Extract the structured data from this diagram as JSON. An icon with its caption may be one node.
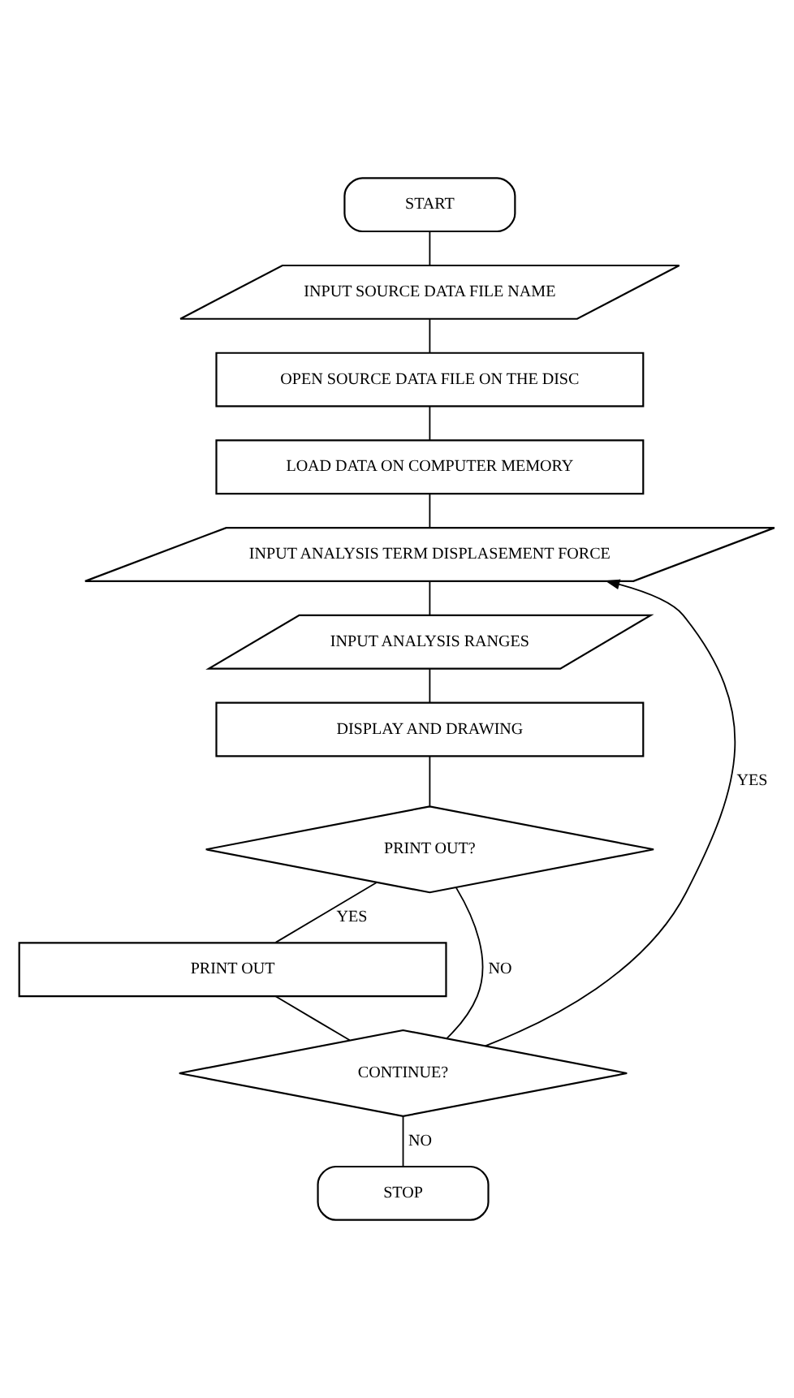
{
  "diagram": {
    "nodes": [
      {
        "text": [
          "START"
        ]
      },
      {
        "text": [
          "INPUT SOURCE DATA FILE NAME"
        ]
      },
      {
        "text": [
          "OPEN SOURCE DATA FILE ON THE DISC"
        ]
      },
      {
        "text": [
          "LOAD DATA ON COMPUTER MEMORY"
        ]
      },
      {
        "text": [
          "INPUT ANALYSIS TERM DISPLASEMENT FORCE"
        ]
      },
      {
        "text": [
          "INPUT ANALYSIS RANGES"
        ]
      },
      {
        "text": [
          "DISPLAY AND DRAWING"
        ]
      },
      {
        "text": [
          "PRINT OUT?"
        ]
      },
      {
        "text": [
          "PRINT OUT"
        ]
      },
      {
        "text": [
          "CONTINUE?"
        ]
      },
      {
        "text": [
          "STOP"
        ]
      }
    ],
    "edges": [
      {
        "from": 0,
        "to": 1,
        "arrow": "none"
      },
      {
        "from": 1,
        "to": 2,
        "arrow": "none"
      },
      {
        "from": 2,
        "to": 3,
        "arrow": "none"
      },
      {
        "from": 3,
        "to": 4,
        "arrow": "none"
      },
      {
        "from": 4,
        "to": 5,
        "arrow": "none"
      },
      {
        "from": 5,
        "to": 6,
        "arrow": "none"
      },
      {
        "from": 6,
        "to": 7,
        "arrow": "none"
      },
      {
        "from": 7,
        "to": 8,
        "label": "YES",
        "arrow": "none"
      },
      {
        "from": 7,
        "to": 9,
        "label": "NO",
        "arrow": "none"
      },
      {
        "from": 8,
        "to": 9,
        "arrow": "none"
      },
      {
        "from": 9,
        "to": 10,
        "label": "NO",
        "arrow": "none"
      },
      {
        "from": 9,
        "to": 4,
        "label": "YES",
        "arrow": "to"
      }
    ]
  }
}
